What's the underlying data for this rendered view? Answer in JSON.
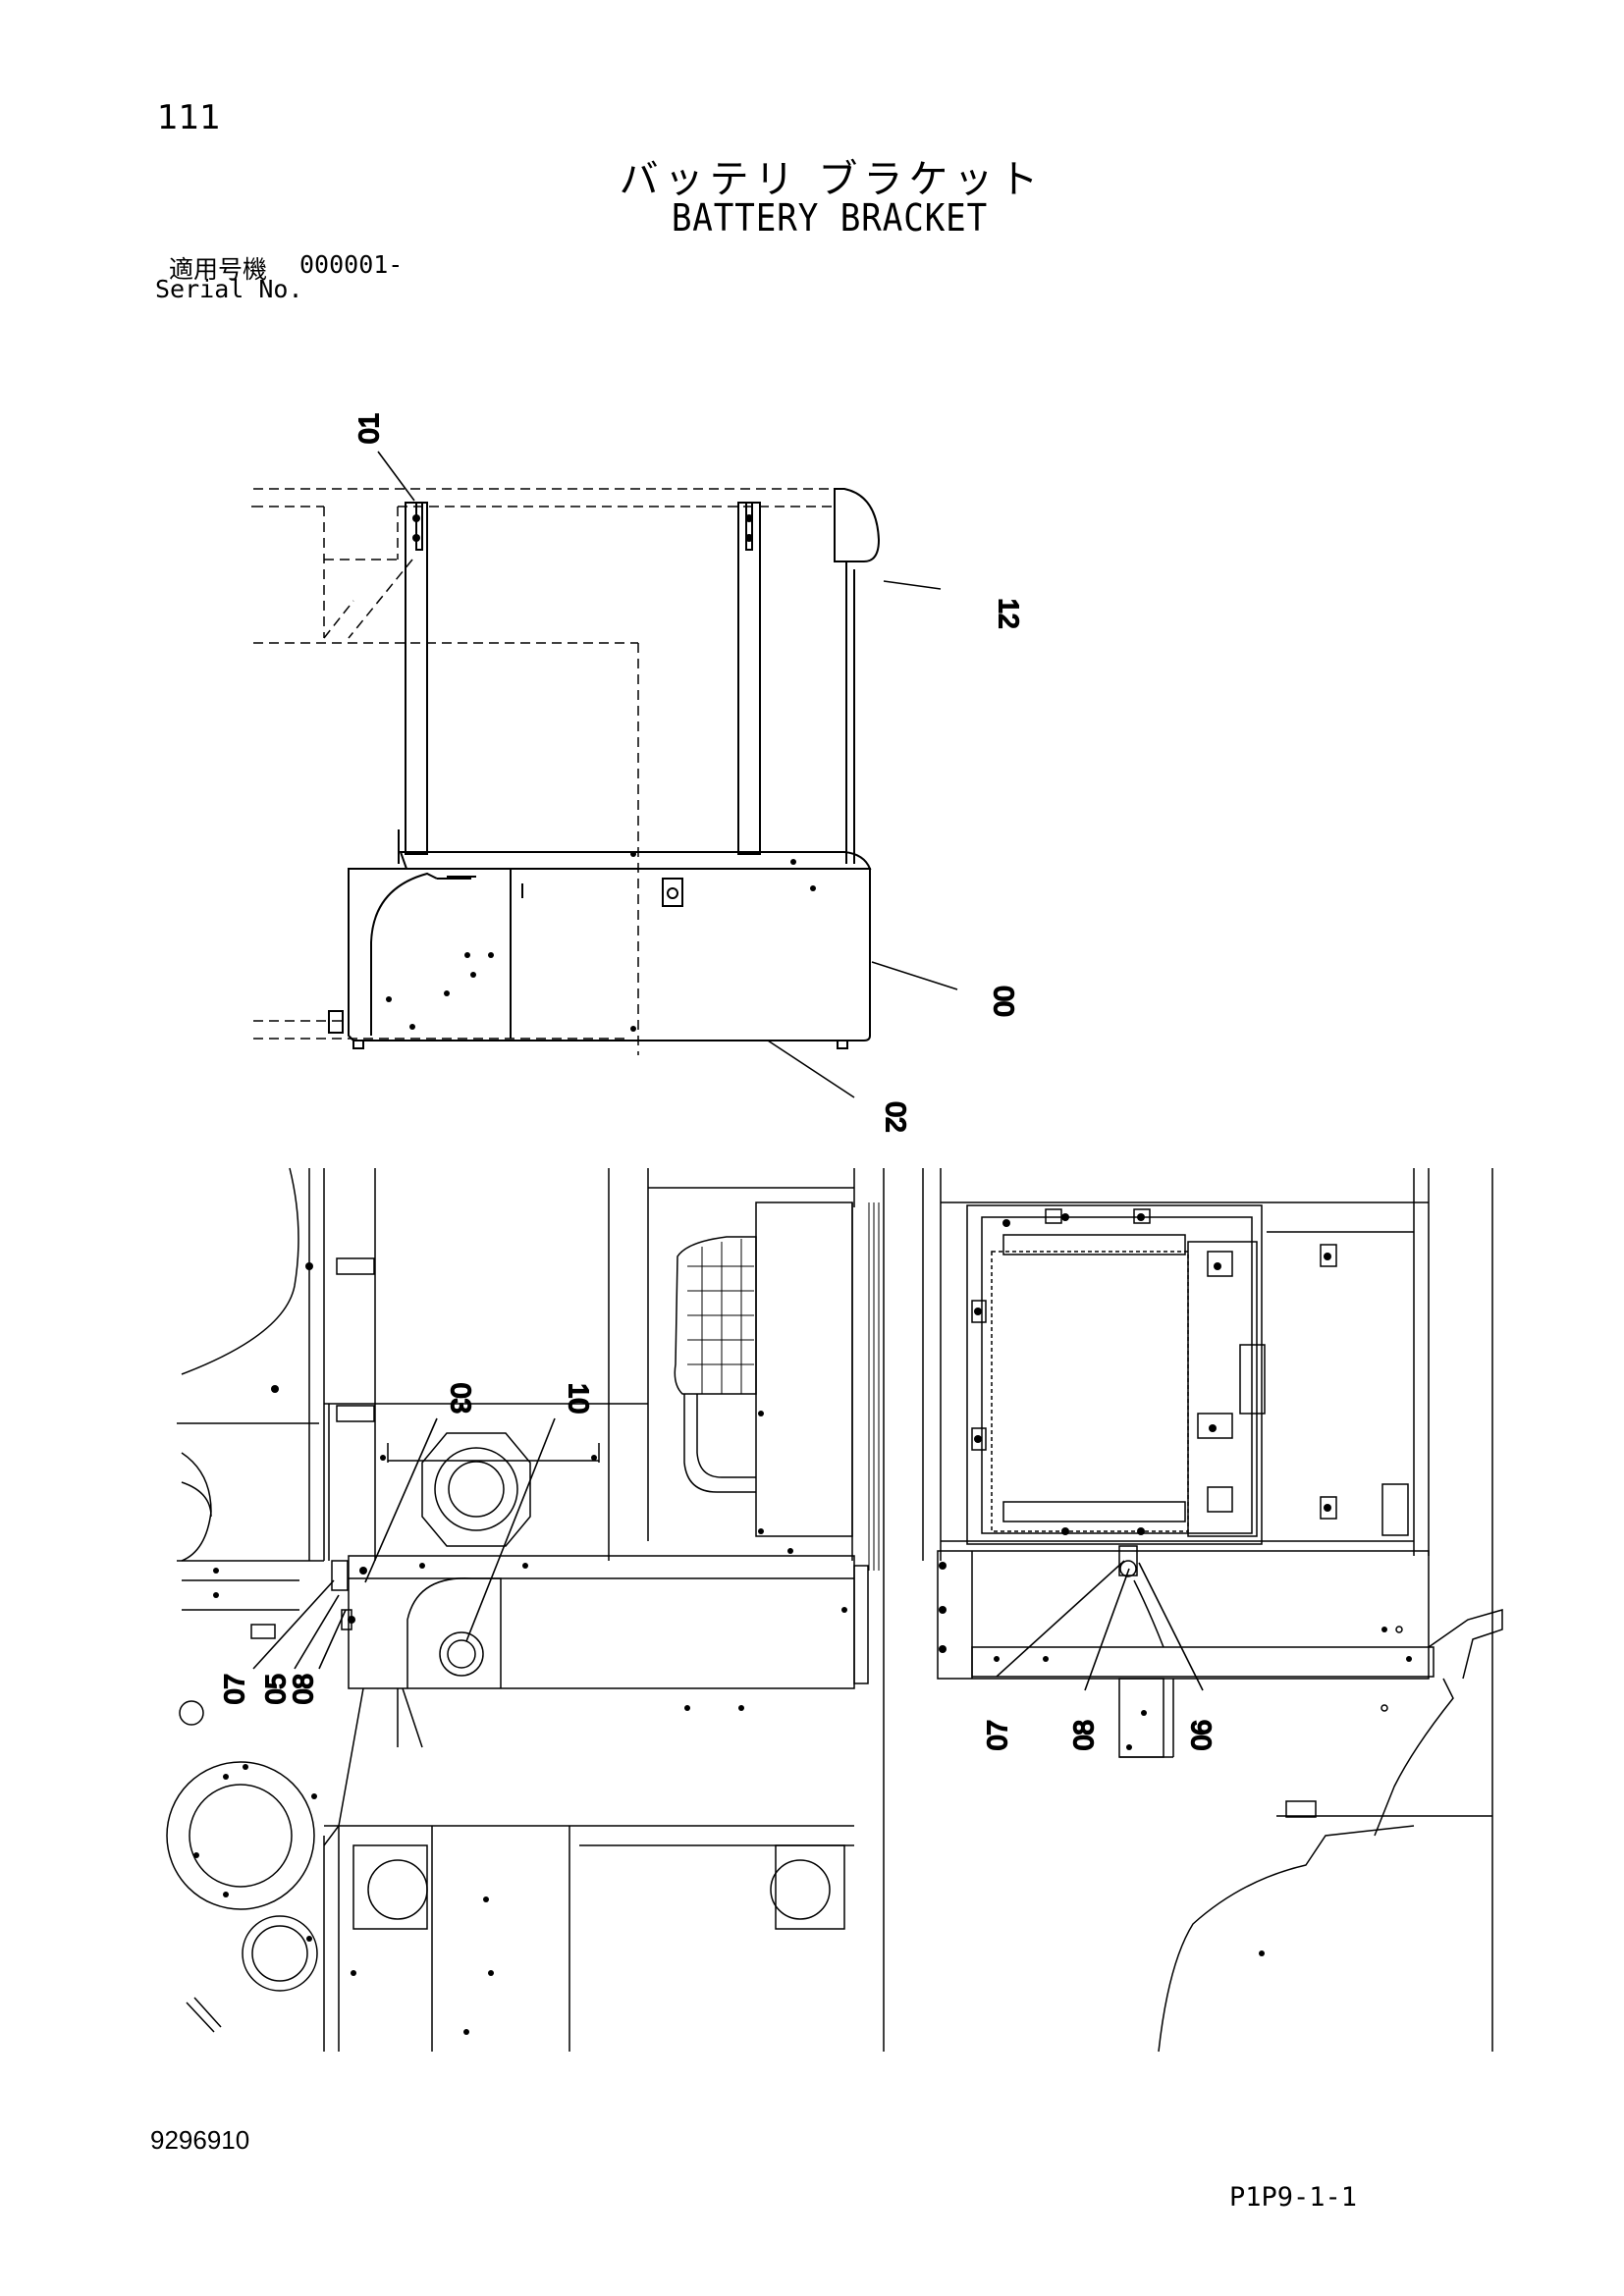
{
  "header": {
    "page_number": "111",
    "title_jp": "バッテリ ブラケット",
    "title_en": "BATTERY BRACKET",
    "serial_label_jp": "適用号機",
    "serial_value": "000001-",
    "serial_label_en": "Serial No."
  },
  "callouts": {
    "top": [
      "01",
      "12",
      "00",
      "02"
    ],
    "bottom_left": [
      "03",
      "10",
      "07",
      "05",
      "08"
    ],
    "bottom_right": [
      "07",
      "08",
      "06"
    ]
  },
  "footer": {
    "drawing_number": "9296910",
    "sheet_ref": "P1P9-1-1"
  }
}
